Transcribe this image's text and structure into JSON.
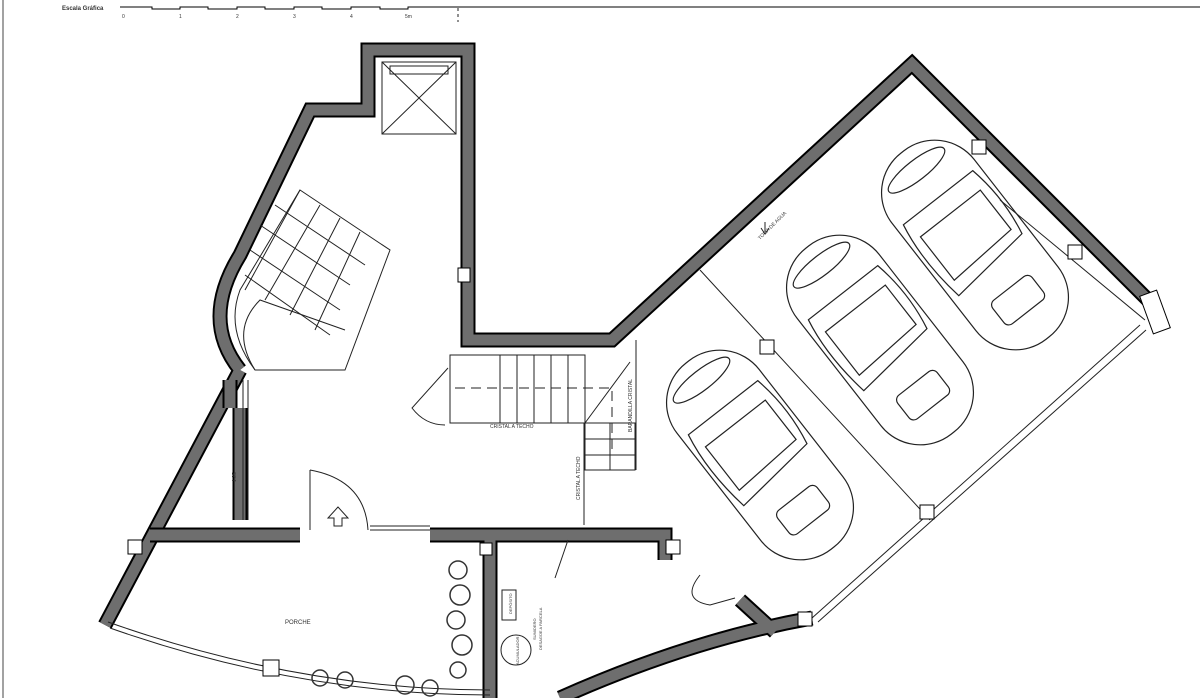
{
  "scale_bar": {
    "title": "Escala Gráfica",
    "ticks": [
      "0",
      "1",
      "2",
      "3",
      "4",
      "5m"
    ]
  },
  "labels": {
    "crystal_ceiling_1": "CRISTAL A TECHO",
    "crystal_ceiling_2": "CRISTAL A TECHO",
    "glass_railing": "BARANDILLA CRISTAL",
    "water_intake": "TOMA DE AGUA",
    "porch": "PORCHE",
    "accumulator": "ACUMULADOR",
    "deposit": "DEPÓSITO",
    "drain": "SUMIDERO",
    "drain_outlet": "DESAGÜE A PARCELA",
    "height_mark": "1.35"
  },
  "colors": {
    "wall_fill": "#6e6e6e",
    "line": "#222222"
  }
}
